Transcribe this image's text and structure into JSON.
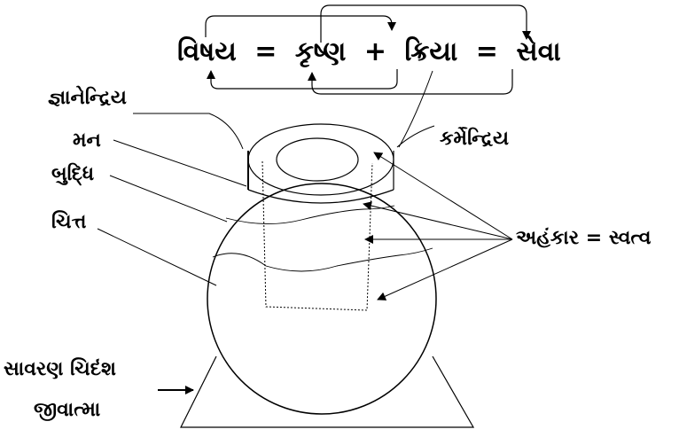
{
  "equation": {
    "term1": "વિષય",
    "eq1": "=",
    "term2": "કૃષ્ણ",
    "plus": "+",
    "term3": "ક્રિયા",
    "eq2": "=",
    "term4": "સેવા"
  },
  "labels": {
    "gyanendriya": "જ્ઞાનેન્દ્રિય",
    "karmendriya": "કર્મેન્દ્રિય",
    "man": "મન",
    "buddhi": "બુદ્ધિ",
    "chitt": "ચિત્ત",
    "ahankar": "અહંકાર = સ્વત્વ",
    "savaran_line1": "સાવરણ ચિદંશ",
    "savaran_line2": "જીવાત્મા"
  },
  "colors": {
    "ink": "#000000",
    "background": "#ffffff"
  }
}
